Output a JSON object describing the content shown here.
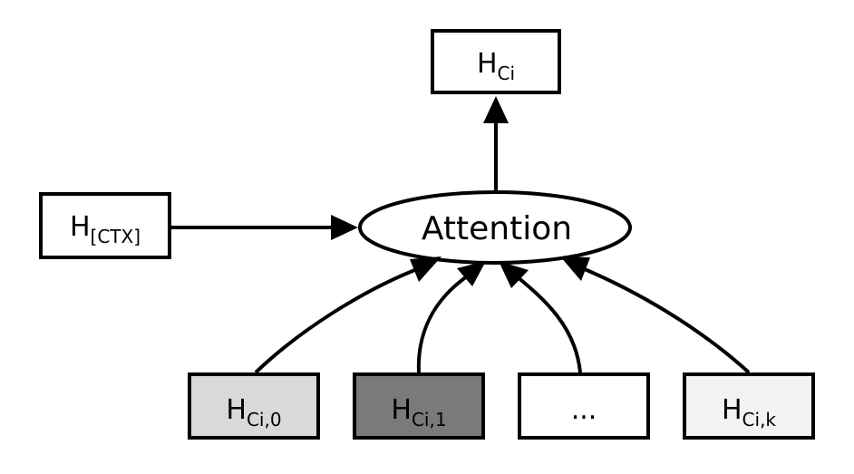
{
  "colors": {
    "stroke": "#000000",
    "white": "#ffffff",
    "light_gray": "#d9d9d9",
    "dark_gray": "#7a7a7a",
    "very_light_gray": "#f2f2f2"
  },
  "nodes": {
    "output": {
      "base": "H",
      "sub": "Ci"
    },
    "context": {
      "base": "H",
      "sub": "[CTX]"
    },
    "attention": {
      "label": "Attention"
    },
    "inputs": [
      {
        "base": "H",
        "sub": "Ci,0"
      },
      {
        "base": "H",
        "sub": "Ci,1"
      },
      {
        "base": "",
        "sub": "",
        "label": "..."
      },
      {
        "base": "H",
        "sub": "Ci,k"
      }
    ]
  }
}
